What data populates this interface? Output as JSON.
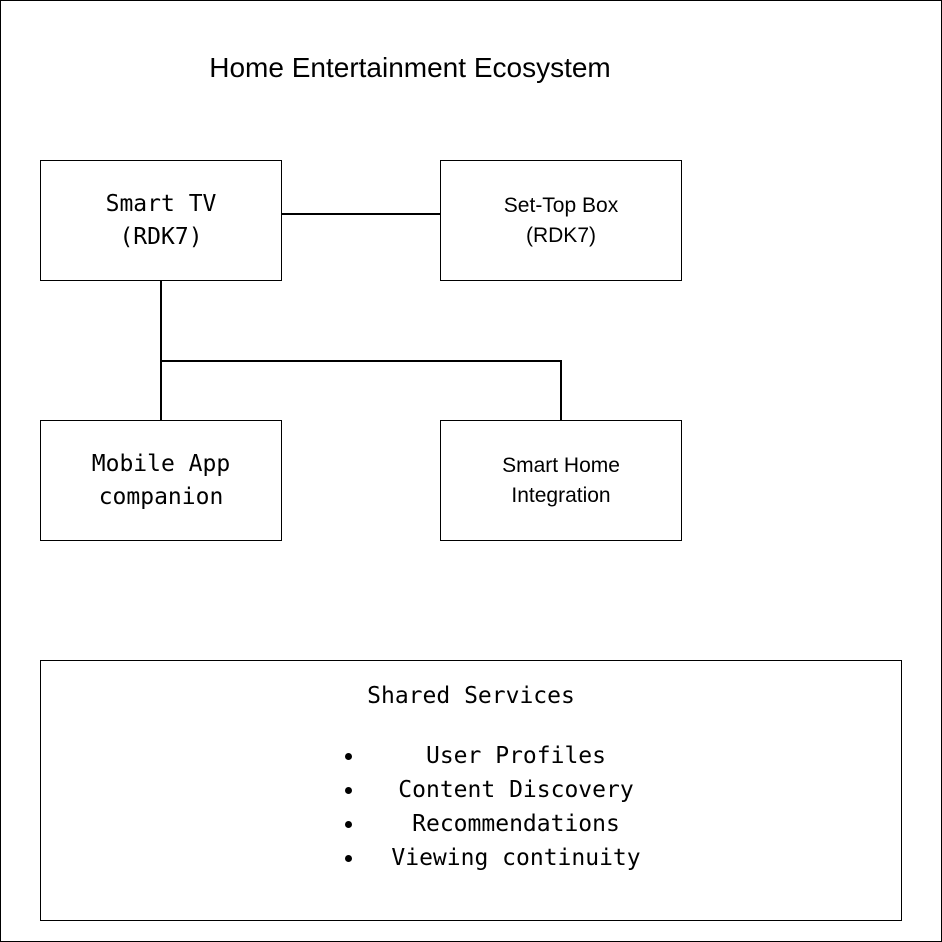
{
  "title": "Home Entertainment Ecosystem",
  "nodes": {
    "smart_tv": {
      "line1": "Smart TV",
      "line2": "(RDK7)"
    },
    "set_top_box": {
      "line1": "Set-Top Box",
      "line2": "(RDK7)"
    },
    "mobile_app": {
      "line1": "Mobile App",
      "line2": "companion"
    },
    "smart_home": {
      "line1": "Smart Home",
      "line2": "Integration"
    }
  },
  "shared_services": {
    "title": "Shared Services",
    "items": [
      "User Profiles",
      "Content Discovery",
      "Recommendations",
      "Viewing continuity"
    ]
  }
}
